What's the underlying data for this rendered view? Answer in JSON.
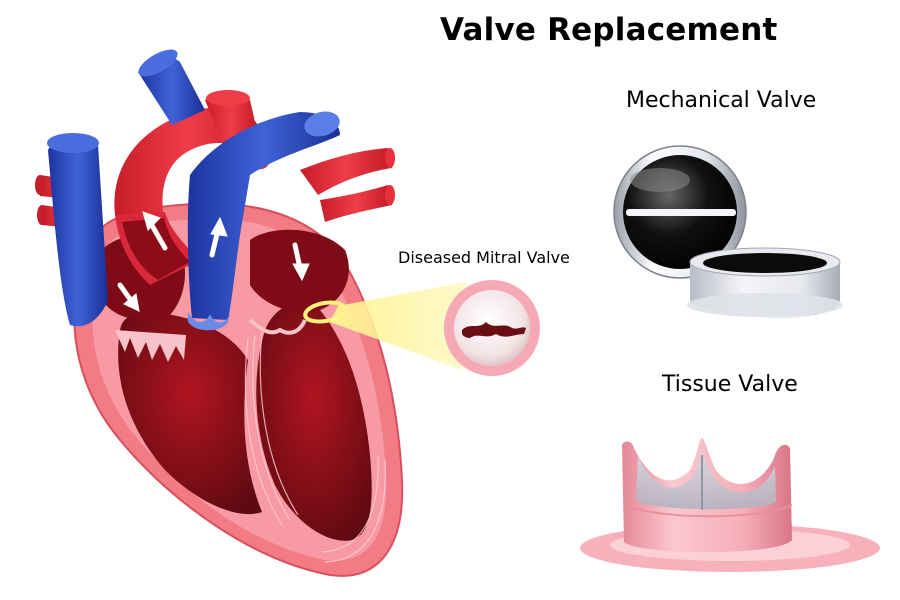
{
  "title": "Valve Replacement",
  "labels": {
    "mechanical_valve": "Mechanical Valve",
    "tissue_valve": "Tissue Valve",
    "diseased_mitral_valve": "Diseased Mitral Valve"
  },
  "colors": {
    "artery_red": "#e8303c",
    "vein_blue": "#2340b0",
    "myocardium_pink": "#f27b86",
    "chamber_dark": "#8b0d18",
    "highlight_yellow": "#fff27a",
    "tissue_pink": "#f6a9b4",
    "metal_gray": "#d6d9e0"
  }
}
